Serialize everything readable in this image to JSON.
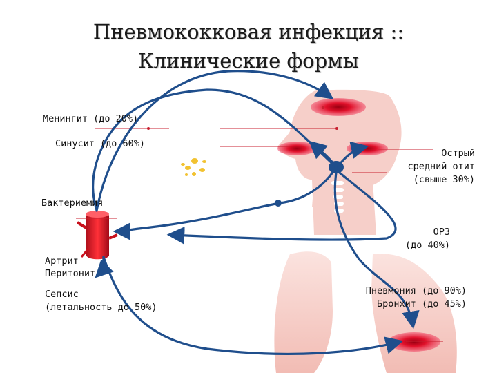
{
  "title": {
    "line1": "Пневмококковая инфекция ::",
    "line2": "Клинические формы"
  },
  "labels": {
    "meningitis": "Менингит (до 20%)",
    "sinusitis": "Синусит (до 60%)",
    "otitis_line1": "Острый",
    "otitis_line2": "средний отит",
    "otitis_line3": "(свыше 30%)",
    "bacteremia": "Бактериемия",
    "ari_line1": "ОРЗ",
    "ari_line2": "(до 40%)",
    "arthritis": "Артрит",
    "peritonitis": "Перитонит",
    "sepsis_line1": "Сепсис",
    "sepsis_line2": "(летальность до 50%)",
    "pneumonia": "Пневмония (до 90%)",
    "bronchitis": "Бронхит (до 45%)"
  },
  "colors": {
    "arrow": "#1f4e8c",
    "infection": "#e0102a",
    "body": "#f6cfc9",
    "leader": "#c82030"
  }
}
